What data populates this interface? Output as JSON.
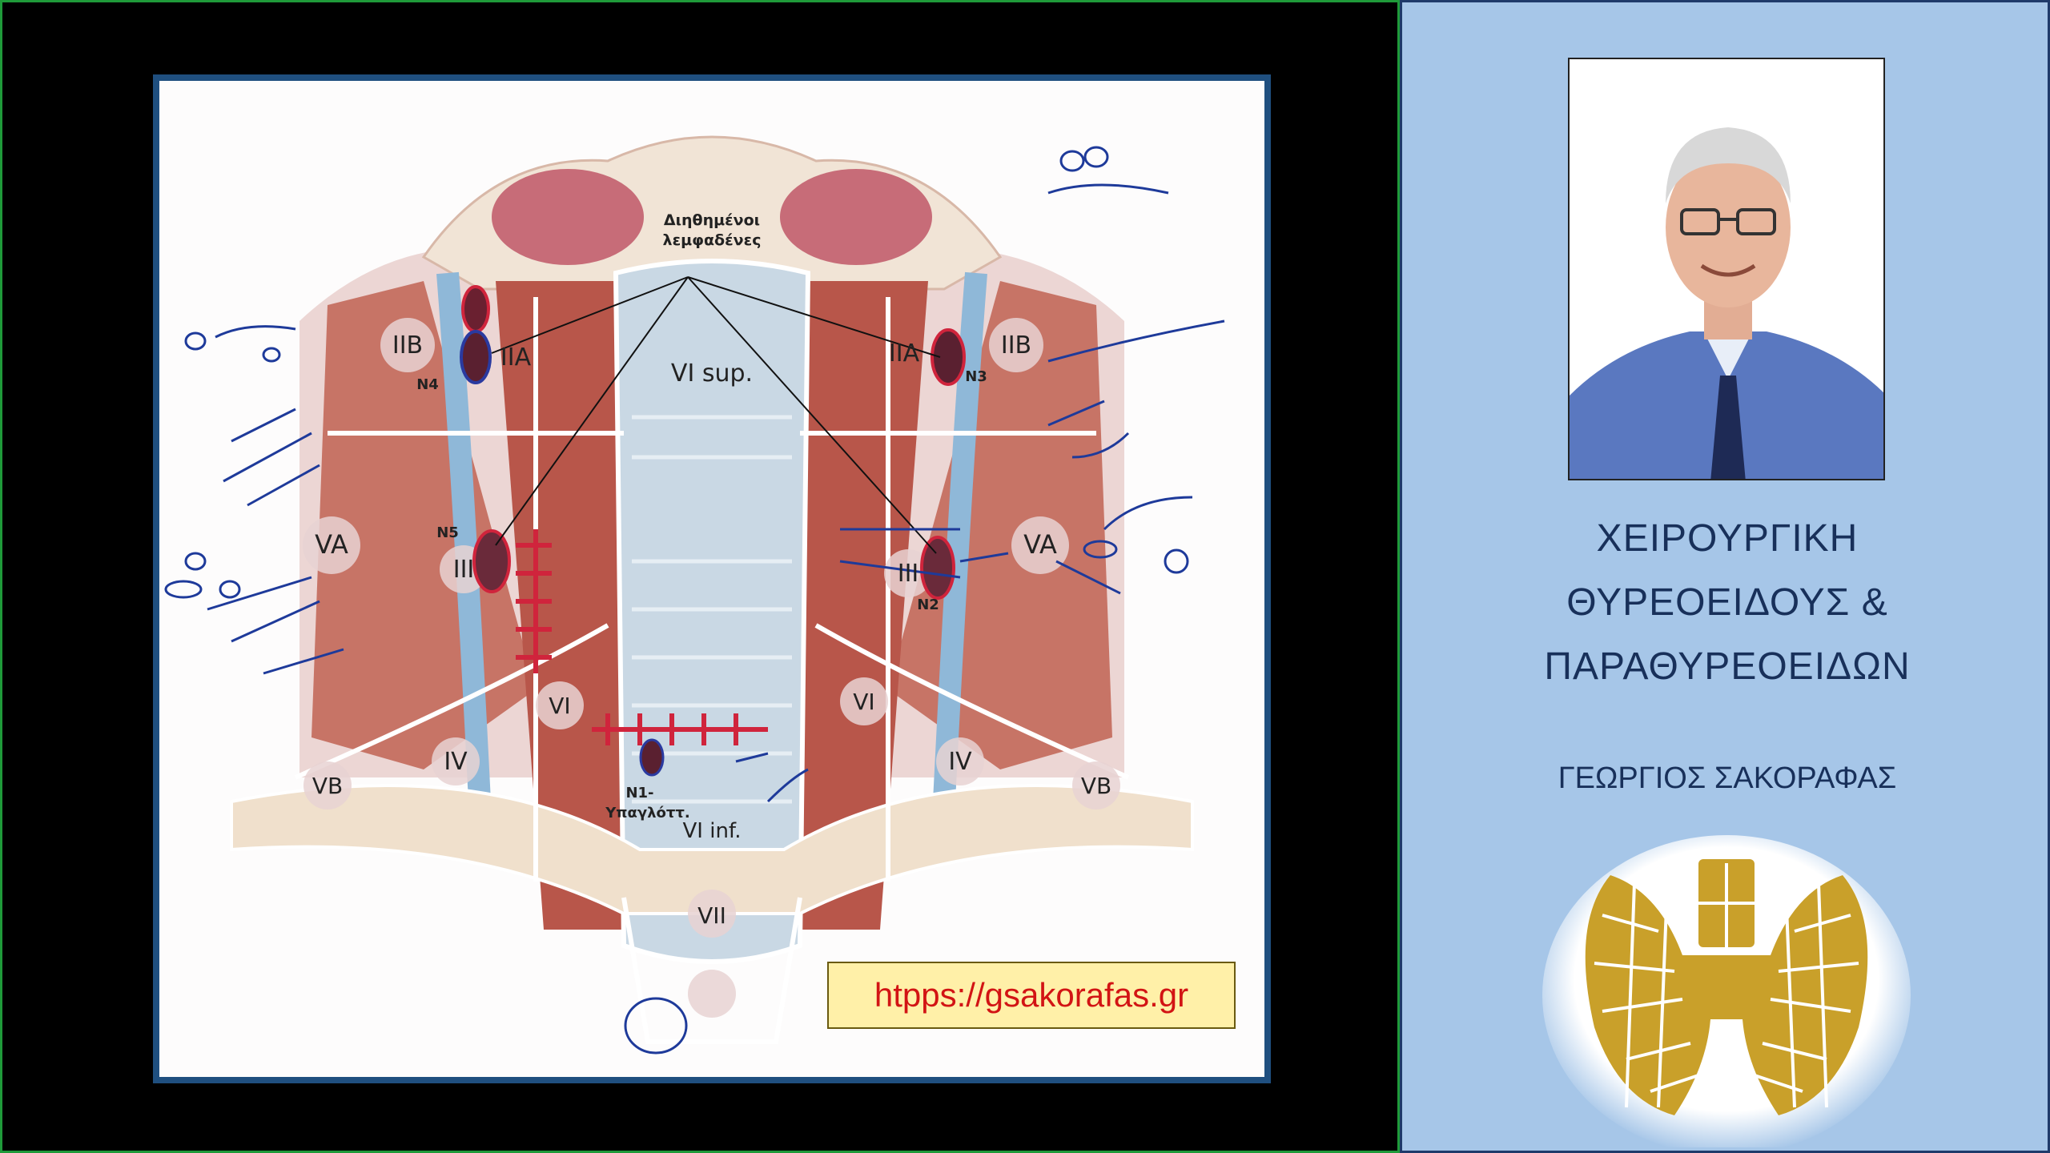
{
  "figure": {
    "url": "htpps://gsakorafas.gr",
    "labels": {
      "callout": [
        "Διηθημένοι",
        "λεμφαδένες"
      ],
      "iib_left": "IIB",
      "iib_right": "IIB",
      "iia_left": "IIA",
      "iia_right": "IIA",
      "vi_sup": "VI sup.",
      "va_left": "VA",
      "va_right": "VA",
      "iii_left": "III",
      "iii_right": "III",
      "vi_left": "VI",
      "vi_right": "VI",
      "iv_left": "IV",
      "iv_right": "IV",
      "vb_left": "VB",
      "vb_right": "VB",
      "vi_inf": "VI inf.",
      "vii": "VII",
      "node_n1": "N1-",
      "node_n1_sub": "Υπαγλόττ.",
      "node_n2": "N2",
      "node_n3": "N3",
      "node_n4": "N4",
      "node_n5": "N5"
    },
    "colors": {
      "muscle": "#b8564a",
      "muscle_light": "#d89a8a",
      "vein": "#8fb8d8",
      "trachea": "#c9d8e4",
      "ink": "#1e3a9a",
      "marker_red": "#d0243c"
    }
  },
  "sidebar": {
    "title_lines": [
      "ΧΕΙΡΟΥΡΓΙΚΗ",
      "ΘΥΡΕΟΕΙΔΟΥΣ &",
      "ΠΑΡΑΘΥΡΕΟΕΙΔΩΝ"
    ],
    "author": "ΓΕΩΡΓΙΟΣ ΣΑΚΟΡΑΦΑΣ",
    "colors": {
      "background": "#a6c6e8",
      "text": "#18305a",
      "logo_gold": "#c9a02a"
    }
  }
}
